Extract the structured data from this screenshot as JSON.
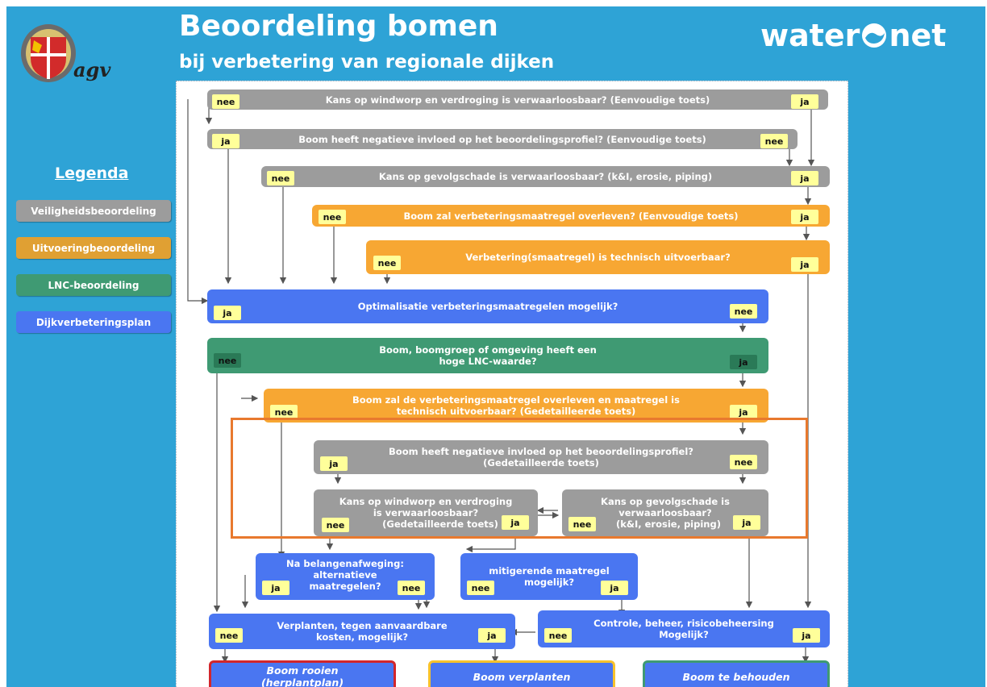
{
  "header": {
    "title": "Beoordeling bomen",
    "subtitle": "bij verbetering van regionale dijken",
    "brand_left": "water",
    "brand_right": "net",
    "logo_text": "agv"
  },
  "legend": {
    "title": "Legenda",
    "items": [
      {
        "label": "Veiligheidsbeoordeling",
        "color": "#9c9c9c"
      },
      {
        "label": "Uitvoeringbeoordeling",
        "color": "#e0a033"
      },
      {
        "label": "LNC-beoordeling",
        "color": "#3f9a73"
      },
      {
        "label": "Dijkverbeteringsplan",
        "color": "#4a76f1"
      }
    ]
  },
  "tags": {
    "ja": "ja",
    "nee": "nee"
  },
  "nodes": {
    "q1": "Kans op windworp en verdroging is verwaarloosbaar? (Eenvoudige toets)",
    "q2": "Boom heeft negatieve invloed op het beoordelingsprofiel? (Eenvoudige toets)",
    "q3": "Kans op gevolgschade is verwaarloosbaar? (k&I, erosie, piping)",
    "q4": "Boom zal verbeteringsmaatregel overleven? (Eenvoudige toets)",
    "q5": "Verbetering(smaatregel) is technisch uitvoerbaar?",
    "q6": "Optimalisatie verbeteringsmaatregelen mogelijk?",
    "q7a": "Boom, boomgroep of omgeving heeft een",
    "q7b": "hoge LNC-waarde?",
    "q8a": "Boom zal de verbeteringsmaatregel overleven en maatregel is",
    "q8b": "technisch uitvoerbaar? (Gedetailleerde toets)",
    "q9a": "Boom heeft negatieve invloed op het beoordelingsprofiel?",
    "q9b": "(Gedetailleerde toets)",
    "q10a": "Kans op windworp en verdroging",
    "q10b": "is verwaarloosbaar?",
    "q10c": "(Gedetailleerde toets)",
    "q11a": "Kans op gevolgschade is",
    "q11b": "verwaarloosbaar?",
    "q11c": "(k&I, erosie, piping)",
    "q12a": "Na belangenafweging:",
    "q12b": "alternatieve",
    "q12c": "maatregelen?",
    "q13a": "mitigerende maatregel",
    "q13b": "mogelijk?",
    "q14a": "Verplanten, tegen aanvaardbare",
    "q14b": "kosten, mogelijk?",
    "q15a": "Controle, beheer, risicobeheersing",
    "q15b": "Mogelijk?",
    "o1a": "Boom rooien",
    "o1b": "(herplantplan)",
    "o2": "Boom verplanten",
    "o3": "Boom te behouden"
  },
  "colors": {
    "background": "#2ea3d6",
    "highlight": "#e8792e"
  }
}
